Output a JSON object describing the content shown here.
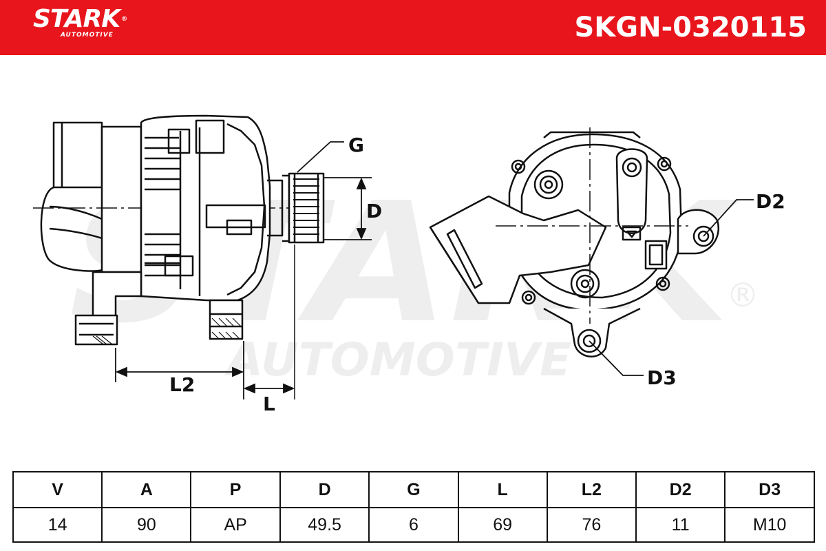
{
  "header": {
    "brand": "STARK",
    "brand_reg": "®",
    "brand_sub": "AUTOMOTIVE",
    "sku": "SKGN-0320115",
    "color": "#e8151c"
  },
  "watermark": {
    "main": "STARK",
    "sub": "AUTOMOTIVE",
    "reg": "®"
  },
  "labels": {
    "g": "G",
    "d": "D",
    "l": "L",
    "l2": "L2",
    "d2": "D2",
    "d3": "D3"
  },
  "table": {
    "headers": [
      "V",
      "A",
      "P",
      "D",
      "G",
      "L",
      "L2",
      "D2",
      "D3"
    ],
    "values": [
      "14",
      "90",
      "AP",
      "49.5",
      "6",
      "69",
      "76",
      "11",
      "M10"
    ]
  }
}
